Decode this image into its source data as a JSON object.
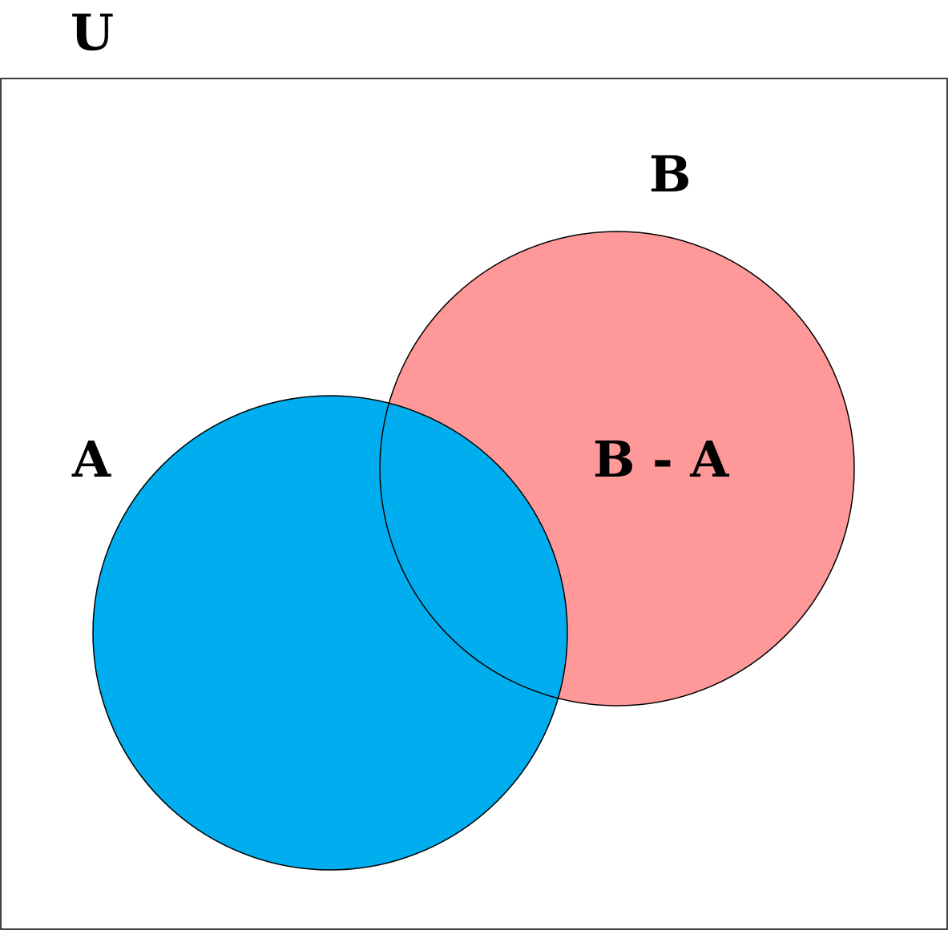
{
  "diagram": {
    "type": "venn",
    "universe_label": "U",
    "sets": [
      {
        "name": "A",
        "label": "A",
        "fill": "#00AEEF"
      },
      {
        "name": "B",
        "label": "B",
        "fill": "#FF9999"
      }
    ],
    "region_label": "B - A",
    "stroke": "#000000",
    "background": "#ffffff"
  }
}
